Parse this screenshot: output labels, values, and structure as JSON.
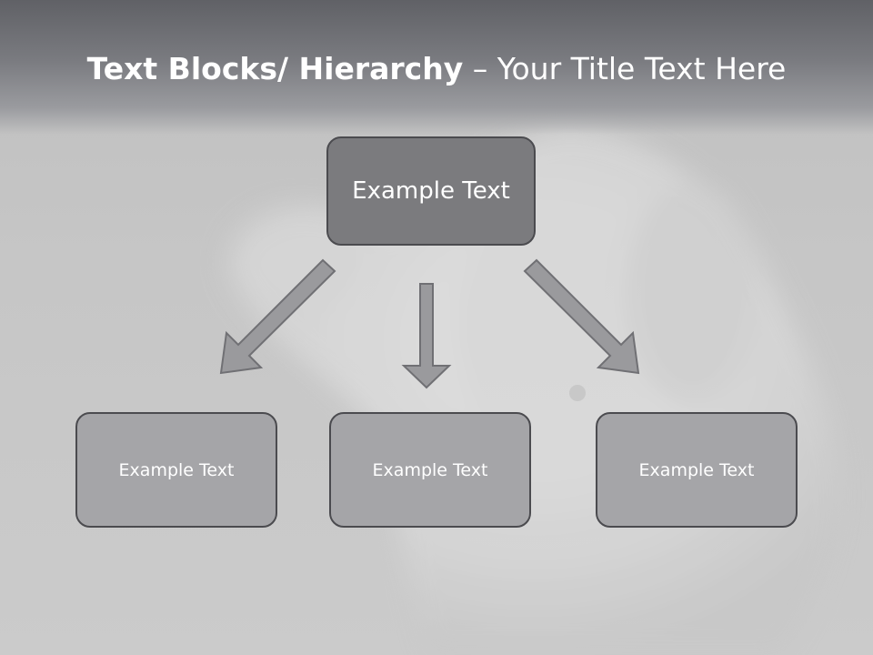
{
  "slide": {
    "title_bold": "Text Blocks/ Hierarchy",
    "title_dash": " – ",
    "title_rest": "Your Title Text Here"
  },
  "diagram": {
    "top_box": "Example Text",
    "children": [
      "Example Text",
      "Example Text",
      "Example Text"
    ]
  },
  "colors": {
    "title_bar": "#6a6b70",
    "top_box_fill": "#7b7b7e",
    "child_box_fill": "#a5a5a8",
    "box_border": "#4b4b4f",
    "arrow_fill": "#9a9a9d",
    "arrow_stroke": "#707074",
    "text": "#ffffff"
  }
}
